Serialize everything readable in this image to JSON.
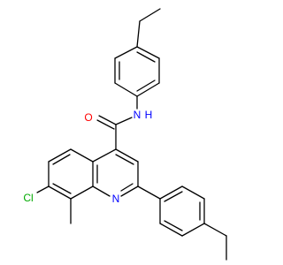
{
  "atoms": {
    "O": {
      "text": "O",
      "color": "#ff0000"
    },
    "N": {
      "text": "N",
      "color": "#0000ff"
    },
    "H": {
      "text": "H",
      "color": "#0000ff"
    },
    "Nring": {
      "text": "N",
      "color": "#0000ff"
    },
    "Cl": {
      "text": "Cl",
      "color": "#00aa00"
    }
  },
  "colors": {
    "bond": "#000000",
    "background": "#ffffff"
  }
}
